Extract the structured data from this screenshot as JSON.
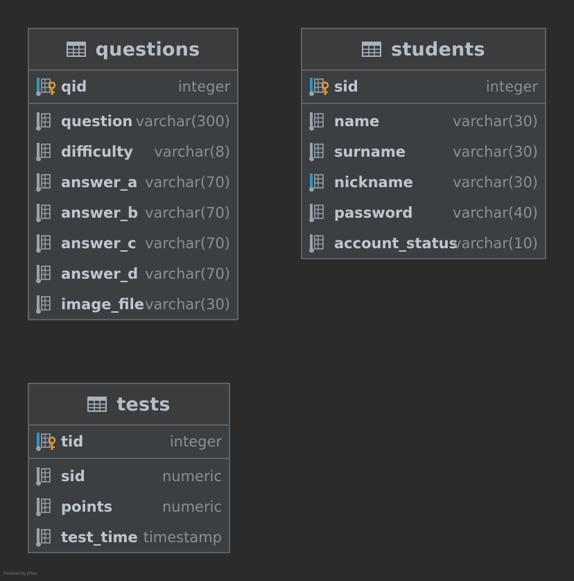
{
  "tables": [
    {
      "id": "questions",
      "name": "questions",
      "columns": [
        {
          "name": "qid",
          "type": "integer",
          "pk": true
        },
        {
          "name": "question",
          "type": "varchar(300)"
        },
        {
          "name": "difficulty",
          "type": "varchar(8)"
        },
        {
          "name": "answer_a",
          "type": "varchar(70)"
        },
        {
          "name": "answer_b",
          "type": "varchar(70)"
        },
        {
          "name": "answer_c",
          "type": "varchar(70)"
        },
        {
          "name": "answer_d",
          "type": "varchar(70)"
        },
        {
          "name": "image_file",
          "type": "varchar(30)"
        }
      ]
    },
    {
      "id": "students",
      "name": "students",
      "columns": [
        {
          "name": "sid",
          "type": "integer",
          "pk": true
        },
        {
          "name": "name",
          "type": "varchar(30)"
        },
        {
          "name": "surname",
          "type": "varchar(30)"
        },
        {
          "name": "nickname",
          "type": "varchar(30)",
          "unique": true
        },
        {
          "name": "password",
          "type": "varchar(40)"
        },
        {
          "name": "account_status",
          "type": "varchar(10)"
        }
      ]
    },
    {
      "id": "tests",
      "name": "tests",
      "columns": [
        {
          "name": "tid",
          "type": "integer",
          "pk": true
        },
        {
          "name": "sid",
          "type": "numeric"
        },
        {
          "name": "points",
          "type": "numeric"
        },
        {
          "name": "test_time",
          "type": "timestamp"
        }
      ]
    }
  ],
  "footer": {
    "powered_by": "Powered by yFiles"
  },
  "colors": {
    "background": "#2b2b2b",
    "panel": "#3c3f41",
    "border": "#5f6163",
    "key": "#e0a030",
    "index_marker": "#3592c4"
  }
}
